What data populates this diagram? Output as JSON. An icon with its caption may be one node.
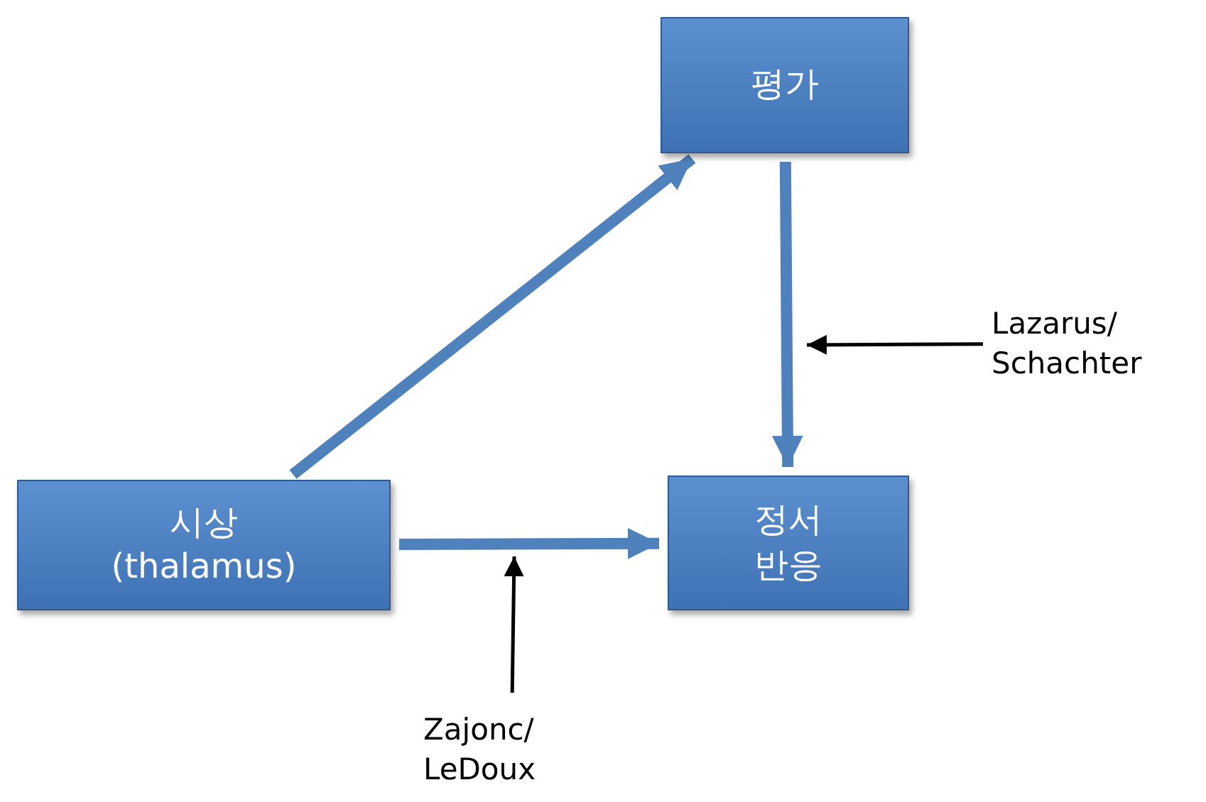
{
  "diagram": {
    "nodes": [
      {
        "text": [
          "평가"
        ]
      },
      {
        "text": [
          "시상 (thalamus)"
        ]
      },
      {
        "text": [
          "정서 반응"
        ]
      },
      {
        "text": [
          "Lazarus/ Schachter"
        ]
      },
      {
        "text": [
          "Zajonc/ LeDoux"
        ]
      }
    ],
    "edges": [
      {
        "from": 1,
        "to": 0,
        "arrow": "to"
      },
      {
        "from": 0,
        "to": 2,
        "arrow": "to"
      },
      {
        "from": 1,
        "to": 2,
        "arrow": "to"
      },
      {
        "from": 3,
        "to": null,
        "arrow": "to",
        "color": "#000000"
      },
      {
        "from": 4,
        "to": null,
        "arrow": "to",
        "color": "#000000"
      }
    ]
  }
}
